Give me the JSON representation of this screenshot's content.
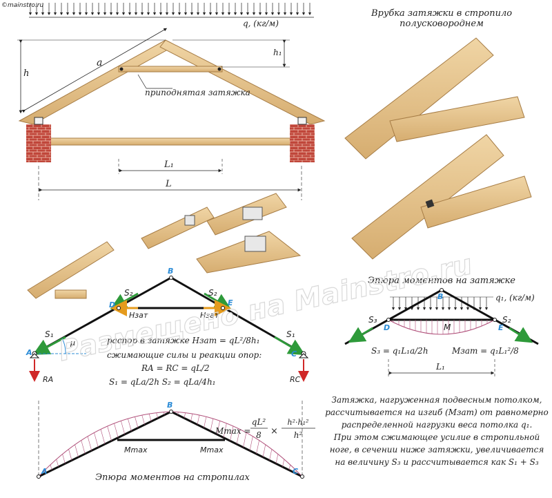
{
  "site": {
    "watermark_corner": "©mainstro.ru",
    "watermark_main": "Размещено на Mainstro.ru"
  },
  "truss": {
    "load": "q, (кг/м)",
    "label_a": "a",
    "label_h": "h",
    "label_h1": "h₁",
    "tie_callout": "приподнятая затяжка",
    "label_L1": "L₁",
    "label_L": "L"
  },
  "joint": {
    "title_line1": "Врубка затяжки в стропило",
    "title_line2": "полусковороднем"
  },
  "forces": {
    "point_A": "A",
    "point_B": "B",
    "point_C": "C",
    "point_D": "D",
    "point_E": "E",
    "S1": "S₁",
    "S2": "S₂",
    "H": "Hзат",
    "mu": "μ",
    "RA": "RA",
    "RC": "RC",
    "eq1": "распор в затяжке  Hзат = qL²/8h₁",
    "eq2": "сжимающие силы и реакции опор:",
    "eq3": "RA = RC = qL/2",
    "eq4": "S₁ = qLa/2h    S₂ = qLa/4h₁"
  },
  "tie_moment": {
    "title": "Эпюра моментов на затяжке",
    "load": "q₁, (кг/м)",
    "point_B": "B",
    "point_D": "D",
    "point_E": "E",
    "S3": "S₃",
    "S2": "S₂",
    "M": "M",
    "eq_S3": "S₃ = q₁L₁a/2h",
    "eq_M": "Mзат = q₁L₁²/8",
    "label_L1": "L₁"
  },
  "rafter_moment": {
    "title": "Эпюра моментов на стропилах",
    "point_A": "A",
    "point_B": "B",
    "point_C": "C",
    "mmax_left": "Mmax",
    "mmax_right": "Mmax",
    "formula_lhs": "Mmax =",
    "formula_f1_num": "qL²",
    "formula_f1_den": "8",
    "formula_times": "×",
    "formula_f2_num": "h²·h₁²",
    "formula_f2_den": "h²"
  },
  "description": {
    "line1": "Затяжка, нагруженная подвесным потолком,",
    "line2": "рассчитывается на изгиб (Mзат) от равномерно",
    "line3": "распределенной нагрузки веса потолка q₁.",
    "line4": "При этом сжимающее усилие в стропильной",
    "line5": "ноге, в сечении ниже затяжки, увеличивается",
    "line6": "на величину S₃ и рассчитывается как S₁ + S₃"
  },
  "colors": {
    "wood": "#e6c48f",
    "brick": "#c0463a",
    "force_green": "#2e9a3a",
    "force_orange": "#e59b1e",
    "reaction_red": "#d02828",
    "point_blue": "#2a8bd6",
    "moment_pink": "#b0507a"
  }
}
